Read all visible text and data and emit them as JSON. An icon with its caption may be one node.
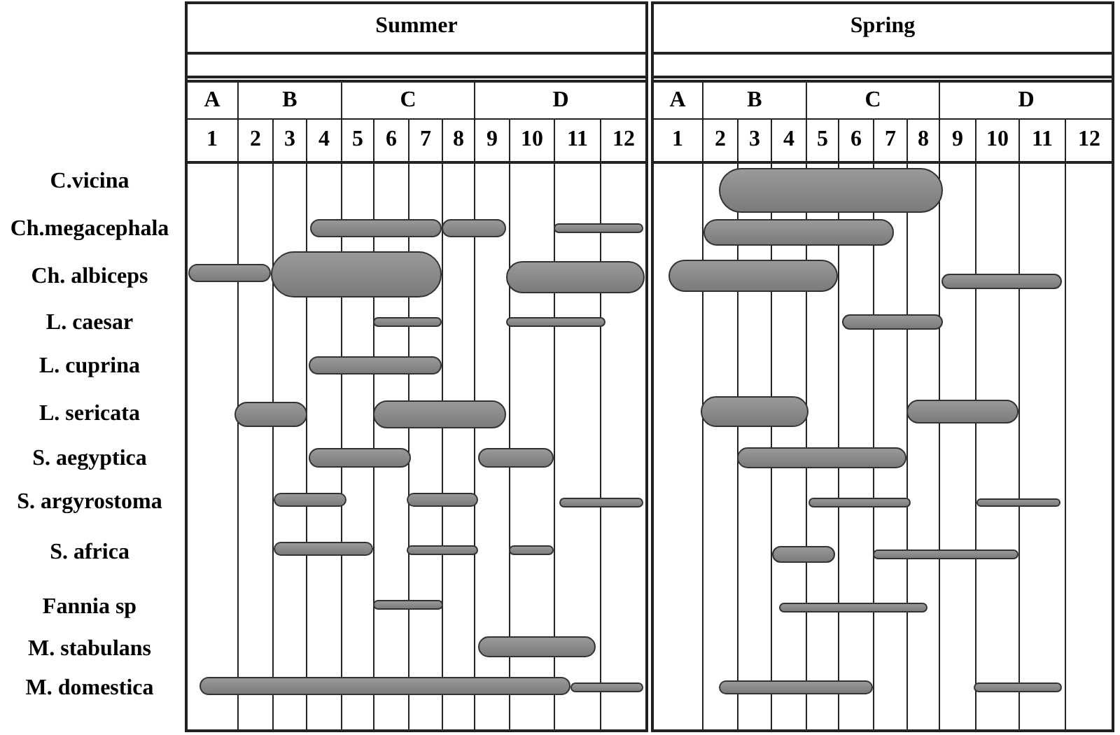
{
  "diagram": {
    "labels": [
      "Summer",
      "Spring",
      "A",
      "B",
      "C",
      "D",
      "A",
      "B",
      "C",
      "D",
      "1",
      "2",
      "3",
      "4",
      "5",
      "6",
      "7",
      "8",
      "9",
      "10",
      "11",
      "12",
      "1",
      "2",
      "3",
      "4",
      "5",
      "6",
      "7",
      "8",
      "9",
      "10",
      "11",
      "12",
      "C.vicina",
      "Ch.megacephala",
      "Ch. albiceps",
      "L. caesar",
      "L. cuprina",
      "L. sericata",
      "S. aegyptica",
      "S. argyrostoma",
      "S. africa",
      "Fannia sp",
      "M. stabulans",
      "M. domestica"
    ]
  }
}
